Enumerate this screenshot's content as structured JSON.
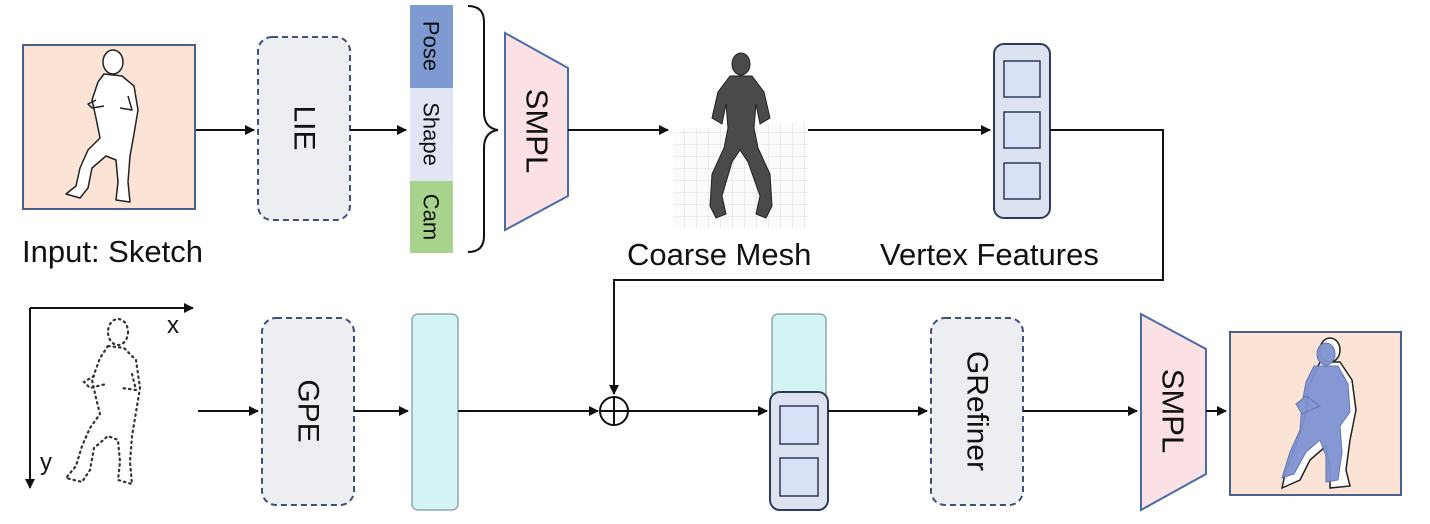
{
  "labels": {
    "input": "Input: Sketch",
    "coarse_mesh": "Coarse Mesh",
    "vertex_features": "Vertex Features"
  },
  "modules": {
    "lie": "LIE",
    "smpl_top": "SMPL",
    "gpe": "GPE",
    "grefiner": "GRefiner",
    "smpl_bottom": "SMPL"
  },
  "params": {
    "pose": "Pose",
    "shape": "Shape",
    "cam": "Cam"
  },
  "axes": {
    "x": "x",
    "y": "y"
  },
  "colors": {
    "sketch_bg": "#fbe3d6",
    "module_fill": "#eceef2",
    "smpl_fill": "#fbe1e4",
    "smpl_stroke": "#4a6aa8",
    "pose": "#7e9ad3",
    "shape": "#e2e5f4",
    "cam": "#a7d38c",
    "feature_bar": "#d4f3f5",
    "vertex_box": "#dde2f0",
    "vertex_cell": "#d9e1f7",
    "body_blue": "#7f93d1"
  }
}
